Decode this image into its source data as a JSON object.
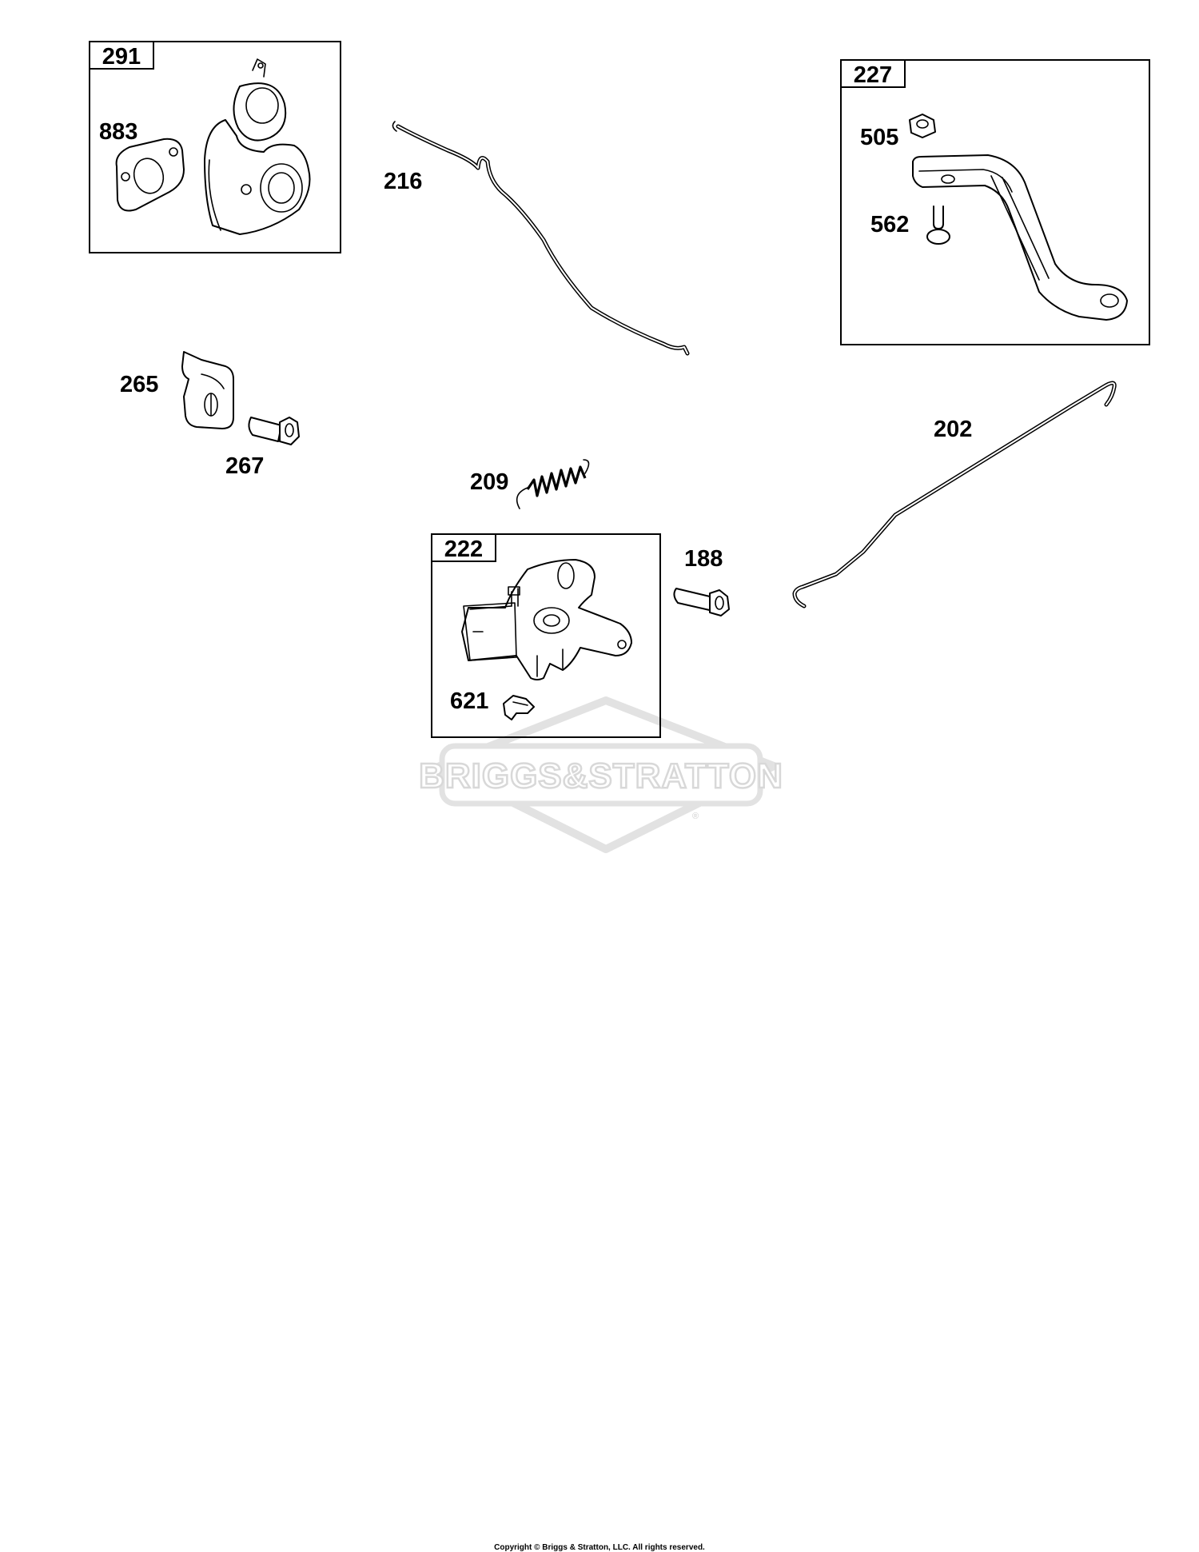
{
  "diagram": {
    "boxes": [
      {
        "id": "box-291",
        "label": "291"
      },
      {
        "id": "box-227",
        "label": "227"
      },
      {
        "id": "box-222",
        "label": "222"
      }
    ],
    "callouts": {
      "p883": "883",
      "p216": "216",
      "p505": "505",
      "p562": "562",
      "p265": "265",
      "p267": "267",
      "p202": "202",
      "p209": "209",
      "p188": "188",
      "p621": "621"
    },
    "watermark": {
      "text": "BRIGGS&STRATTON",
      "registered": "®"
    },
    "copyright": "Copyright © Briggs & Stratton, LLC. All rights reserved."
  }
}
